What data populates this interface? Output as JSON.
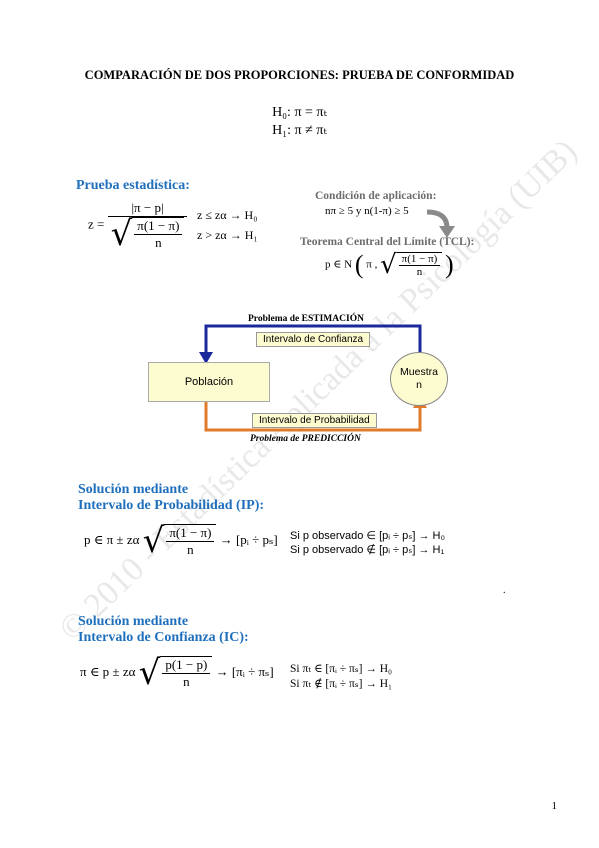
{
  "title": "COMPARACIÓN DE DOS PROPORCIONES: PRUEBA DE CONFORMIDAD",
  "h0": "H₀: π = πₜ",
  "h1": "H₁: π ≠ πₜ",
  "prueba_heading": "Prueba estadística:",
  "z_lhs": "z =",
  "z_num": "|π − p|",
  "z_den_inner": "π(1 − π)",
  "z_den_n": "n",
  "rule1": "z ≤ zα → H₀",
  "rule2": "z > zα → H₁",
  "cond_title": "Condición de aplicación:",
  "cond_text": "nπ ≥ 5  y  n(1-π) ≥ 5",
  "tcl_title": "Teorema Central del Límite (TCL):",
  "tcl_formula_lhs": "p ∈ N",
  "tcl_pi": "π ,",
  "tcl_num": "π(1 − π)",
  "tcl_den": "n",
  "diagram": {
    "estimacion": "Problema de ESTIMACIÓN",
    "prediccion": "Problema de PREDICCIÓN",
    "ic_box": "Intervalo de Confianza",
    "ip_box": "Intervalo de Probabilidad",
    "poblacion": "Población",
    "muestra": "Muestra",
    "muestra_n": "n",
    "blue": "#1a2a9c",
    "orange": "#e07b2a"
  },
  "ip_heading1": "Solución mediante",
  "ip_heading2": "Intervalo de Probabilidad (IP):",
  "ip_lhs": "p ∈ π ± zα",
  "ip_num": "π(1 − π)",
  "ip_den": "n",
  "ip_rhs": "→ [pᵢ ÷ pₛ]",
  "ip_rule1": "Si p observado ∈ [pᵢ ÷ pₛ] → H₀",
  "ip_rule2": "Si p observado ∉ [pᵢ ÷ pₛ] → H₁",
  "stray_mark": ".",
  "ic_heading1": "Solución mediante",
  "ic_heading2": "Intervalo de Confianza (IC):",
  "ic_lhs": "π ∈ p ± zα",
  "ic_num": "p(1 − p)",
  "ic_den": "n",
  "ic_rhs": "→ [πᵢ ÷ πₛ]",
  "ic_rule1": "Si  πₜ ∈ [πᵢ ÷ πₛ] → H₀",
  "ic_rule2": "Si  πₜ ∉ [πᵢ ÷ πₛ] → H₁",
  "watermark": "© 2010 - Estadística Aplicada a la Psicología (UIB)",
  "page_number": "1"
}
